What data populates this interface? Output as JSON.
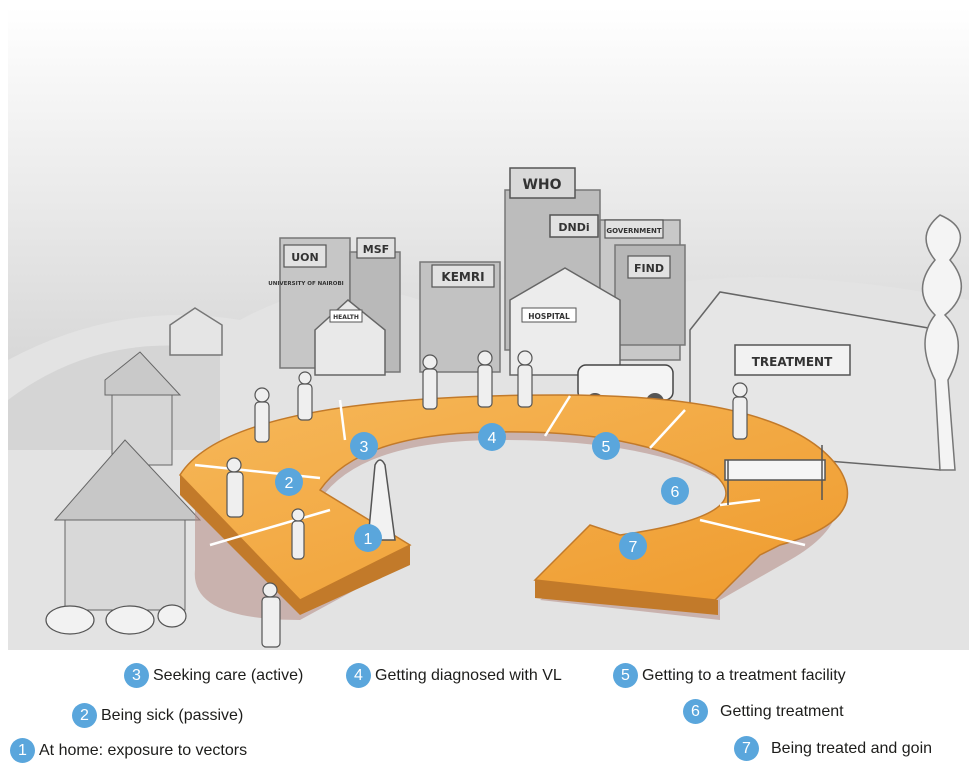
{
  "signs": {
    "who": "WHO",
    "dndi": "DNDi",
    "government": "GOVERNMENT",
    "find": "FIND",
    "kemri": "KEMRI",
    "msf": "MSF",
    "uon": "UON",
    "uon_sub": "UNIVERSITY OF NAIROBI",
    "hospital": "HOSPITAL",
    "health": "HEALTH",
    "treatment": "TREATMENT"
  },
  "markers": [
    "1",
    "2",
    "3",
    "4",
    "5",
    "6",
    "7"
  ],
  "legend": [
    {
      "number": "3",
      "label": "Seeking care (active)"
    },
    {
      "number": "4",
      "label": "Getting diagnosed with VL"
    },
    {
      "number": "5",
      "label": "Getting to a treatment facility"
    },
    {
      "number": "2",
      "label": "Being sick (passive)"
    },
    {
      "number": "6",
      "label": "Getting treatment"
    },
    {
      "number": "1",
      "label": "At home: exposure to vectors"
    },
    {
      "number": "7",
      "label": "Being treated and goin"
    }
  ],
  "colors": {
    "marker": "#5aa6dc",
    "path_top": "#f0a53a",
    "path_side": "#c27a2a",
    "shadow": "#b48a84"
  }
}
